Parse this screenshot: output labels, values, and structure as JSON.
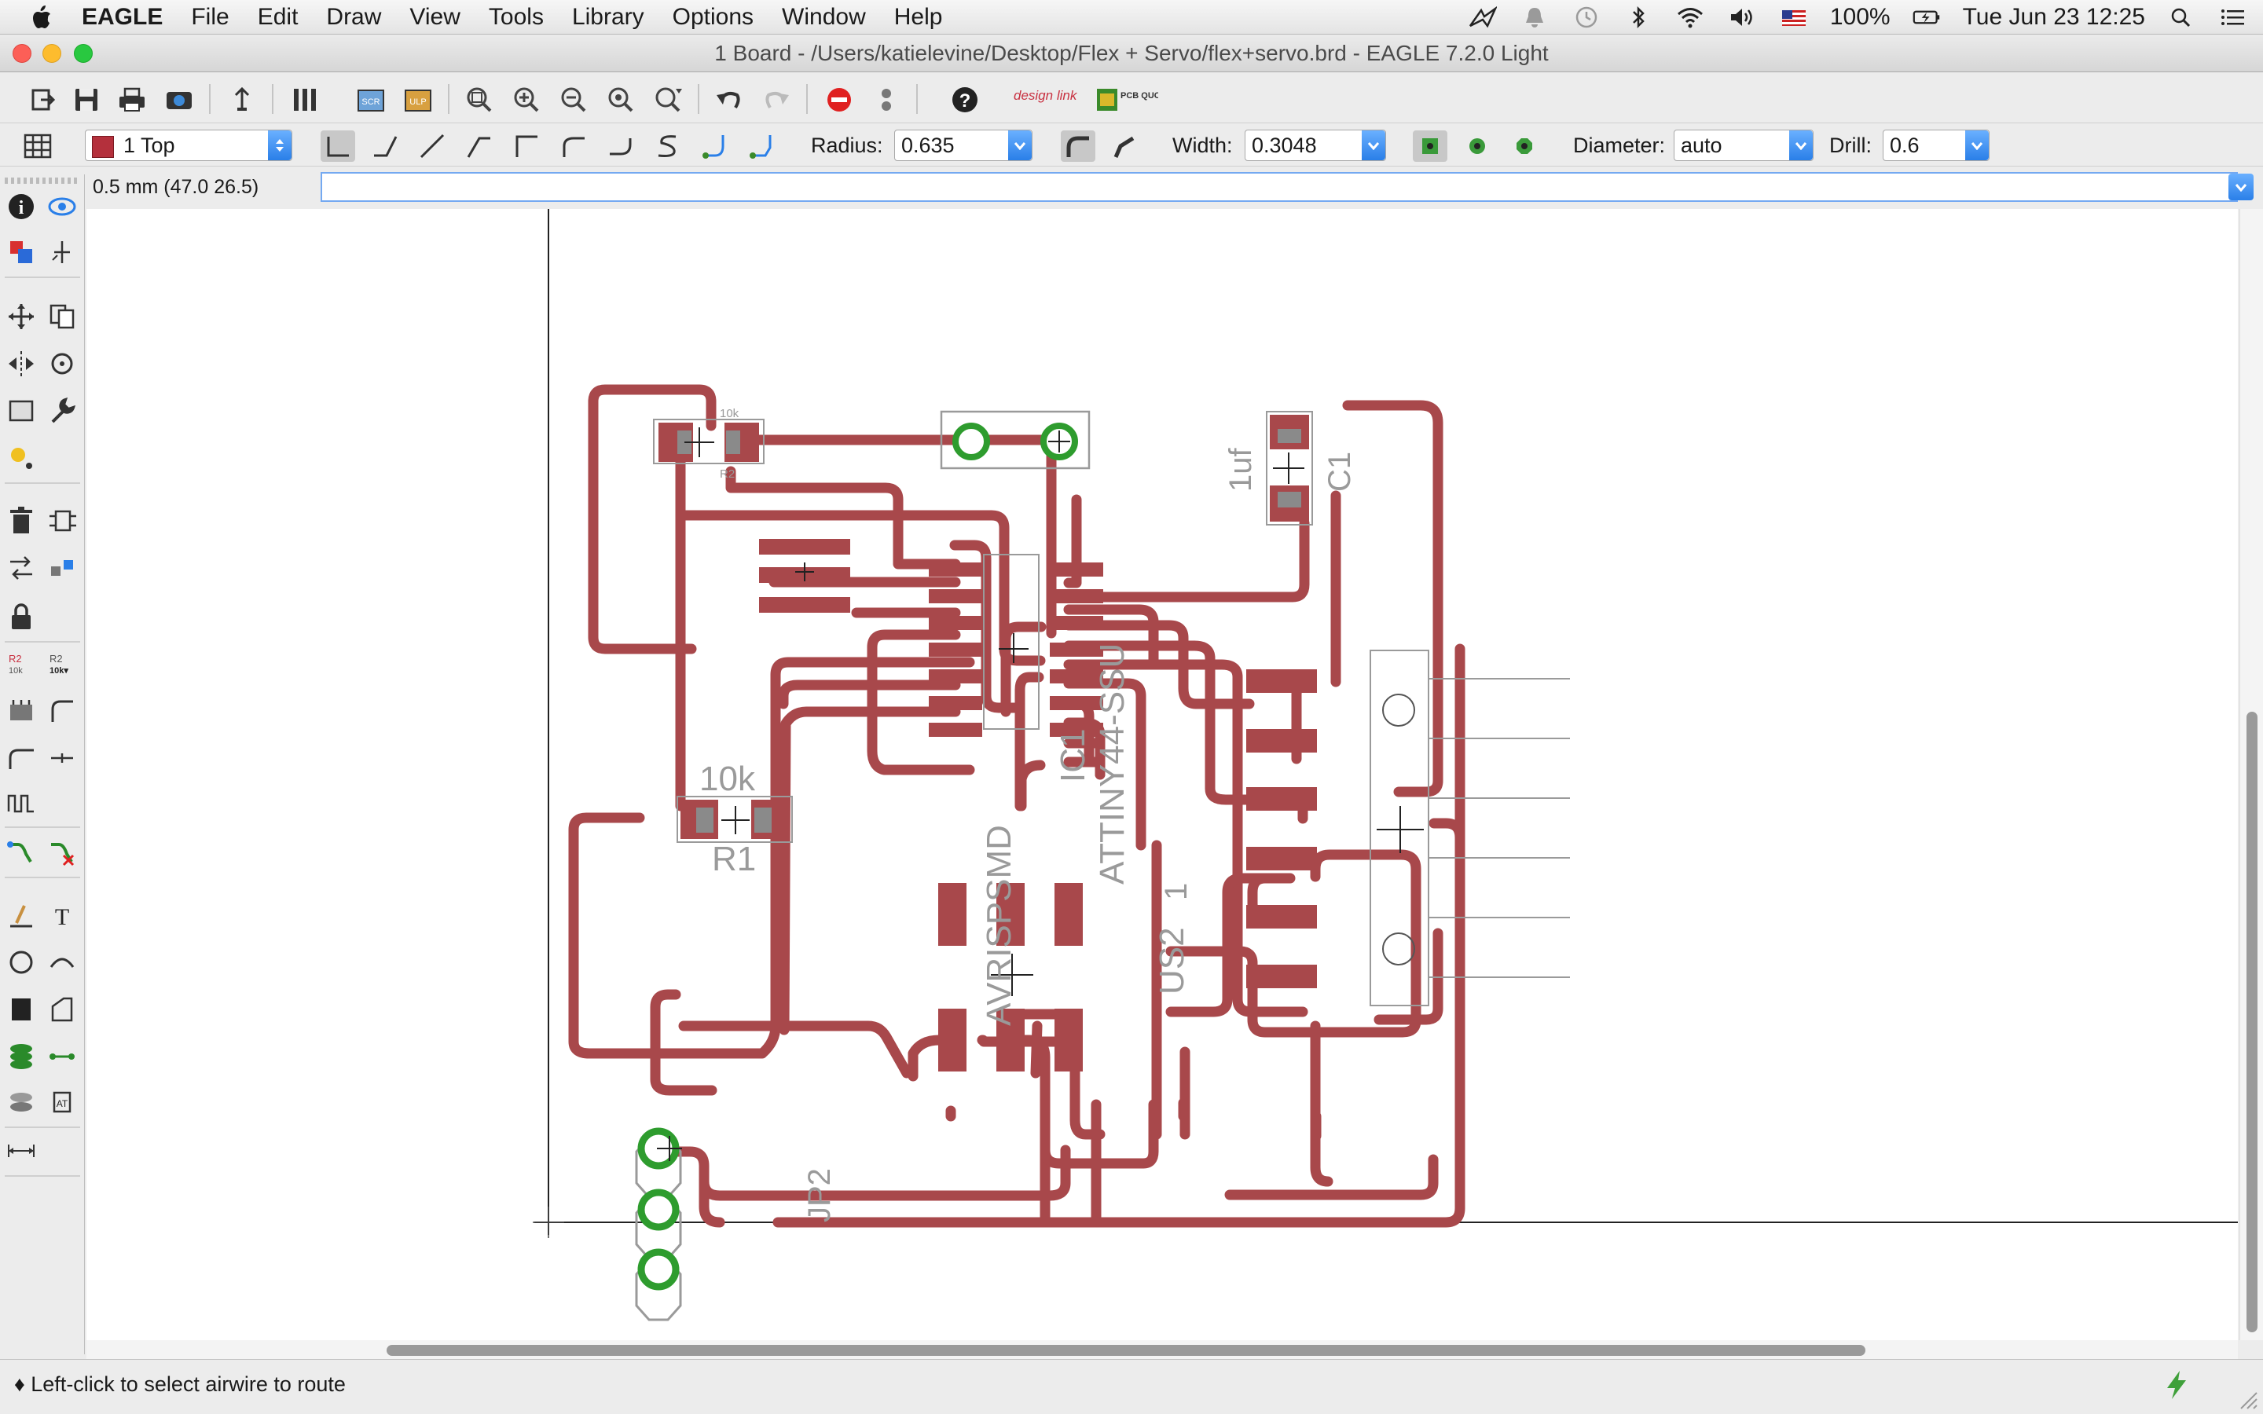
{
  "menubar": {
    "app_name": "EAGLE",
    "items": [
      "File",
      "Edit",
      "Draw",
      "View",
      "Tools",
      "Library",
      "Options",
      "Window",
      "Help"
    ],
    "battery": "100%",
    "clock": "Tue Jun 23  12:25"
  },
  "window": {
    "title": "1 Board - /Users/katielevine/Desktop/Flex + Servo/flex+servo.brd - EAGLE 7.2.0 Light"
  },
  "toolbar1": {
    "buttons": [
      "open-icon",
      "save-icon",
      "print-icon",
      "cam-icon",
      "export-icon",
      "layers-icon",
      "script-icon",
      "run-ulp-icon",
      "zoom-fit-icon",
      "zoom-in-icon",
      "zoom-out-icon",
      "zoom-redraw-icon",
      "zoom-area-icon",
      "undo-icon",
      "redo-icon",
      "stop-icon",
      "go-icon",
      "help-icon",
      "design-link-icon",
      "pcb-quote-icon"
    ],
    "design_link_label": "design link",
    "pcb_quote_label": "PCB QUOTE"
  },
  "params": {
    "layer": "1 Top",
    "layer_color": "#b4303c",
    "radius_label": "Radius:",
    "radius": "0.635",
    "width_label": "Width:",
    "width": "0.3048",
    "diameter_label": "Diameter:",
    "diameter": "auto",
    "drill_label": "Drill:",
    "drill": "0.6"
  },
  "command": {
    "coord": "0.5 mm (47.0 26.5)",
    "value": ""
  },
  "board": {
    "copper_color": "#a8484b",
    "pad_color": "#a8484b",
    "via_color": "#2e9c2e",
    "outline_color": "#9a9a9a",
    "labels": {
      "r2_value": "10k",
      "r2_name": "R2",
      "r1_value": "10k",
      "r1_name": "R1",
      "c1_value": "1uf",
      "c1_name": "C1",
      "ic1_name": "IC1",
      "ic1_value": "ATTINY44-SSU",
      "us2_name": "US2",
      "us2_pin": "1",
      "jp2_name": "JP2",
      "avrisp": "AVRISPSMD"
    }
  },
  "status": {
    "text": "♦ Left-click to select airwire to route"
  }
}
